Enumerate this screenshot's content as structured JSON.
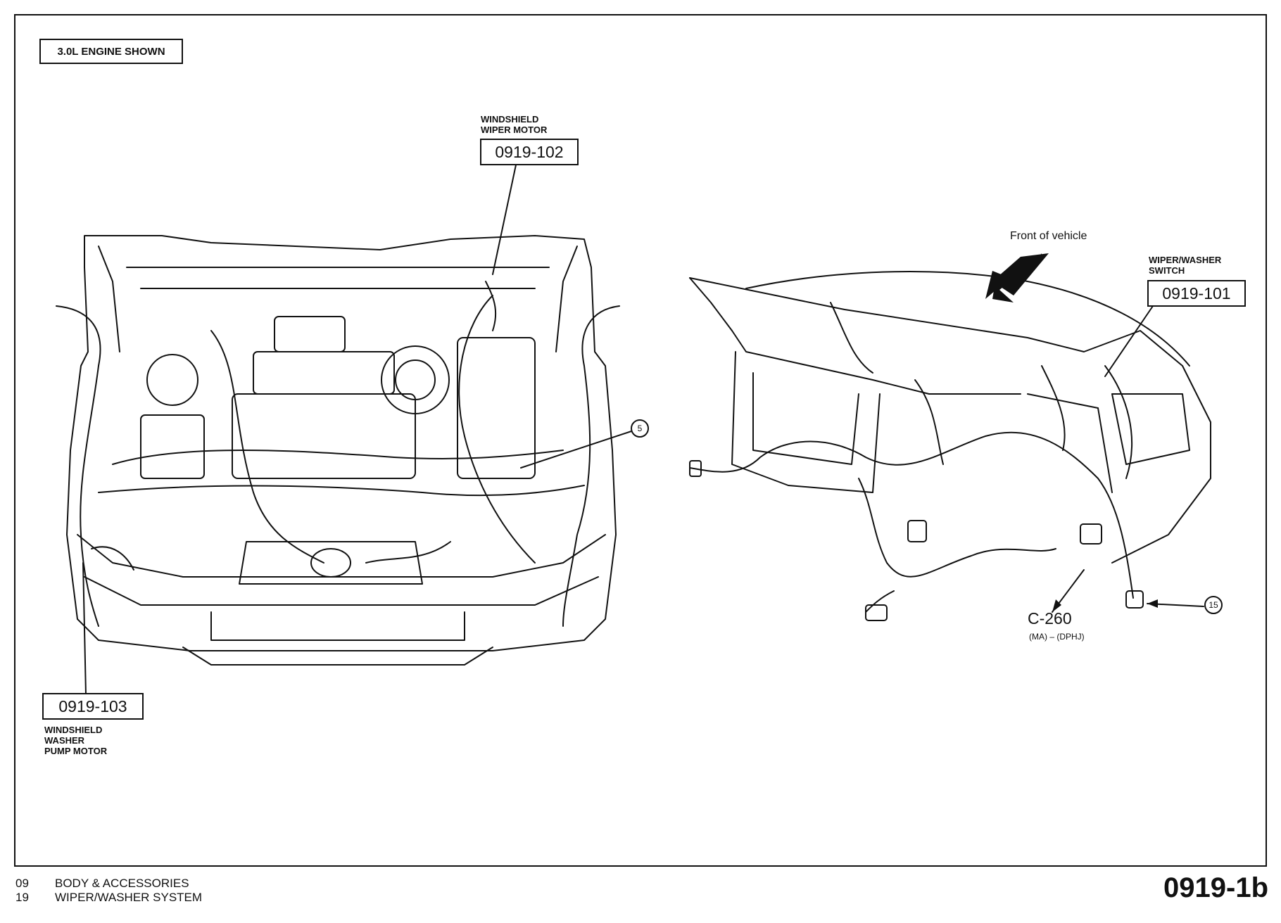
{
  "engine_note": "3.0L ENGINE SHOWN",
  "components": {
    "wiper_motor": {
      "name": "WINDSHIELD\nWIPER MOTOR",
      "code": "0919-102"
    },
    "washer_pump": {
      "name": "WINDSHIELD\nWASHER\nPUMP MOTOR",
      "code": "0919-103"
    },
    "wiper_switch": {
      "name": "WIPER/WASHER\nSWITCH",
      "code": "0919-101"
    }
  },
  "front_of_vehicle": "Front of vehicle",
  "connector": {
    "id": "C-260",
    "detail": "(MA) – (DPHJ)"
  },
  "callouts": [
    "5",
    "15"
  ],
  "footer": {
    "rows": [
      {
        "num": "09",
        "text": "BODY & ACCESSORIES"
      },
      {
        "num": "19",
        "text": "WIPER/WASHER SYSTEM"
      }
    ],
    "page_id": "0919-1b"
  }
}
